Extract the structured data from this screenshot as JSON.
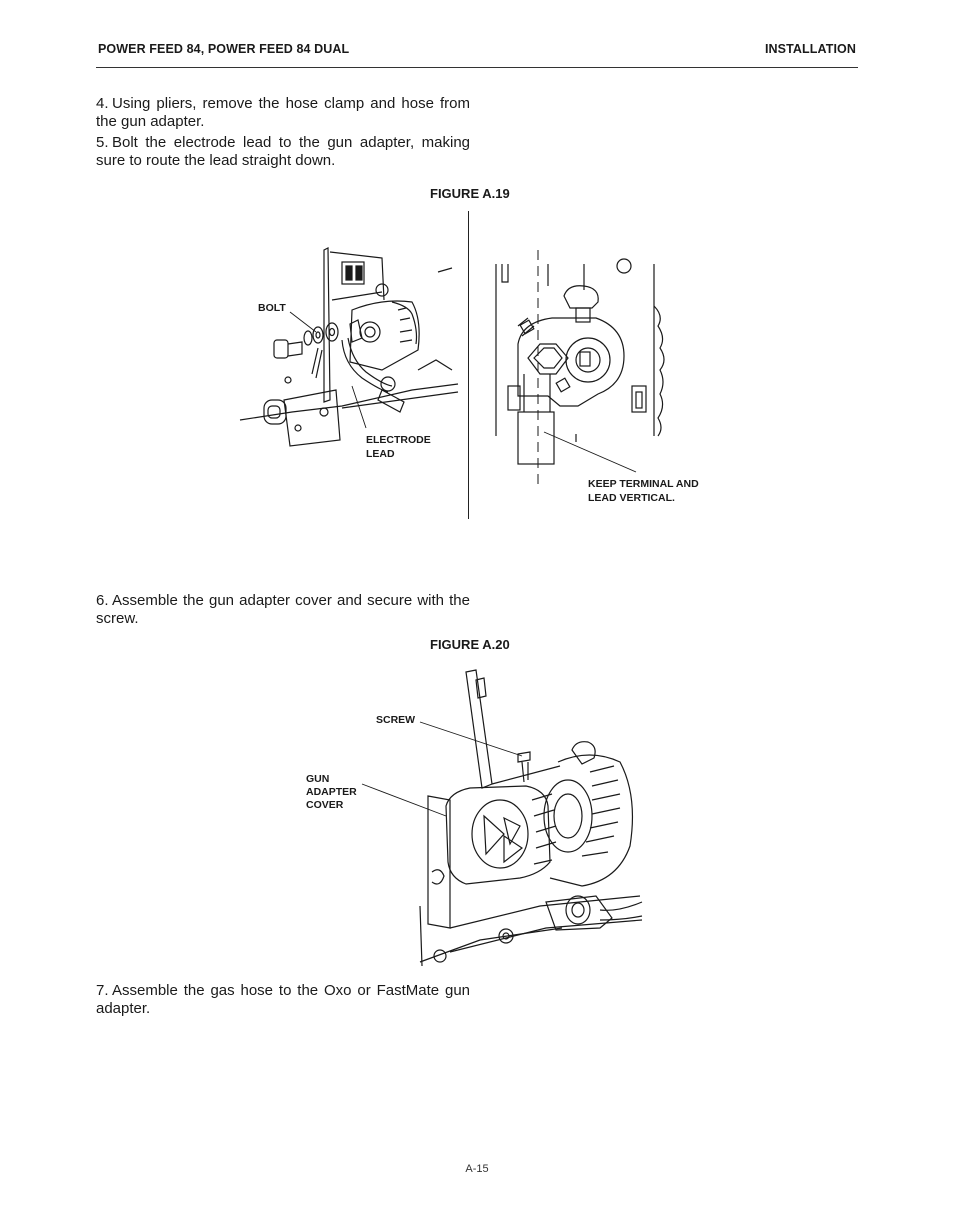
{
  "header": {
    "left_title": "POWER FEED 84, POWER FEED 84 DUAL",
    "right_title": "INSTALLATION"
  },
  "steps": [
    {
      "number": "4.",
      "text": "Using pliers, remove the hose clamp and hose from the gun adapter."
    },
    {
      "number": "5.",
      "text": "Bolt the electrode lead to the gun adapter, making sure to route the lead straight down."
    },
    {
      "number": "6.",
      "text": "Assemble the gun adapter cover and secure with the screw."
    },
    {
      "number": "7.",
      "text": "Assemble the gas hose to the Oxo or FastMate gun adapter."
    }
  ],
  "figure_a19": {
    "caption": "FIGURE A.19",
    "label_bolt": "BOLT",
    "label_electrode_1": "ELECTRODE",
    "label_electrode_2": "LEAD",
    "label_keep_1": "KEEP TERMINAL AND",
    "label_keep_2": "LEAD VERTICAL."
  },
  "figure_a20": {
    "caption": "FIGURE A.20",
    "label_screw": "SCREW",
    "label_cover_1": "GUN",
    "label_cover_2": "ADAPTER",
    "label_cover_3": "COVER"
  },
  "footer": {
    "page_number": "A-15"
  }
}
